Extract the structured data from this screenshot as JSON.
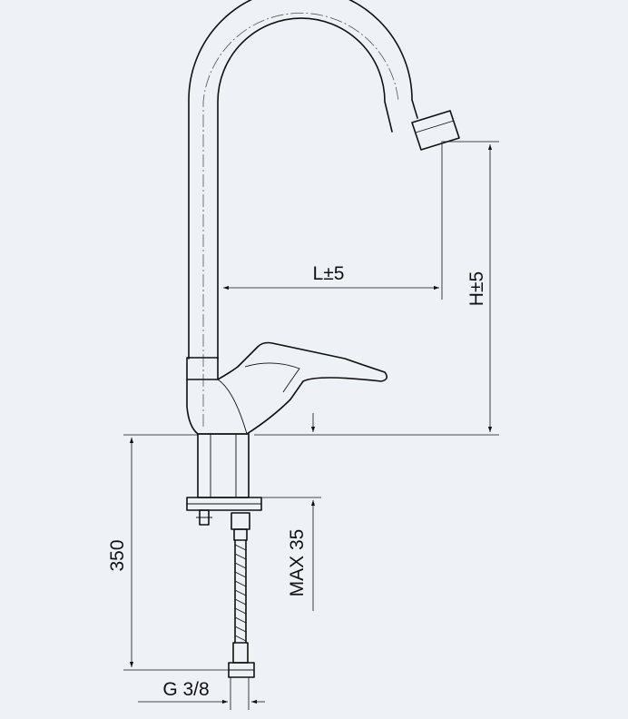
{
  "colors": {
    "background": "#eef2f7",
    "line": "#111111"
  },
  "dimensions": {
    "reach": "L±5",
    "height": "H±5",
    "max_thickness": "MAX 35",
    "hose_length": "350",
    "connection": "G 3/8"
  }
}
